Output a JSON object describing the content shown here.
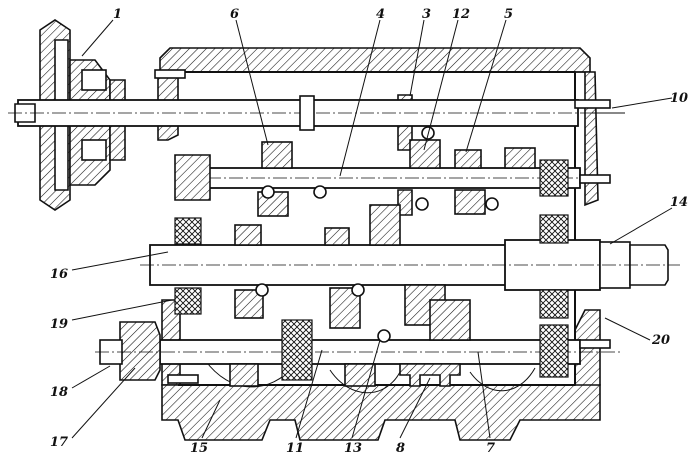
{
  "figure": {
    "callouts": [
      "1",
      "6",
      "4",
      "3",
      "12",
      "5",
      "10",
      "14",
      "16",
      "19",
      "20",
      "18",
      "17",
      "15",
      "11",
      "13",
      "8",
      "7"
    ]
  },
  "colors": {
    "ink": "#111111",
    "paper": "#ffffff"
  }
}
